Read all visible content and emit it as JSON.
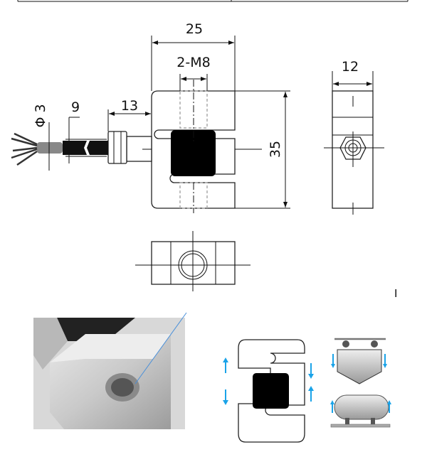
{
  "drawing": {
    "dim_width": "25",
    "dim_thread": "2-M8",
    "dim_depth": "12",
    "dim_cable_dia": "Φ 3",
    "dim_cable_sheath": "9",
    "dim_gland": "13",
    "dim_height": "35",
    "stray_mark": "I"
  },
  "colors": {
    "arrow": "#1aa3e8",
    "sensor": "#000000"
  }
}
